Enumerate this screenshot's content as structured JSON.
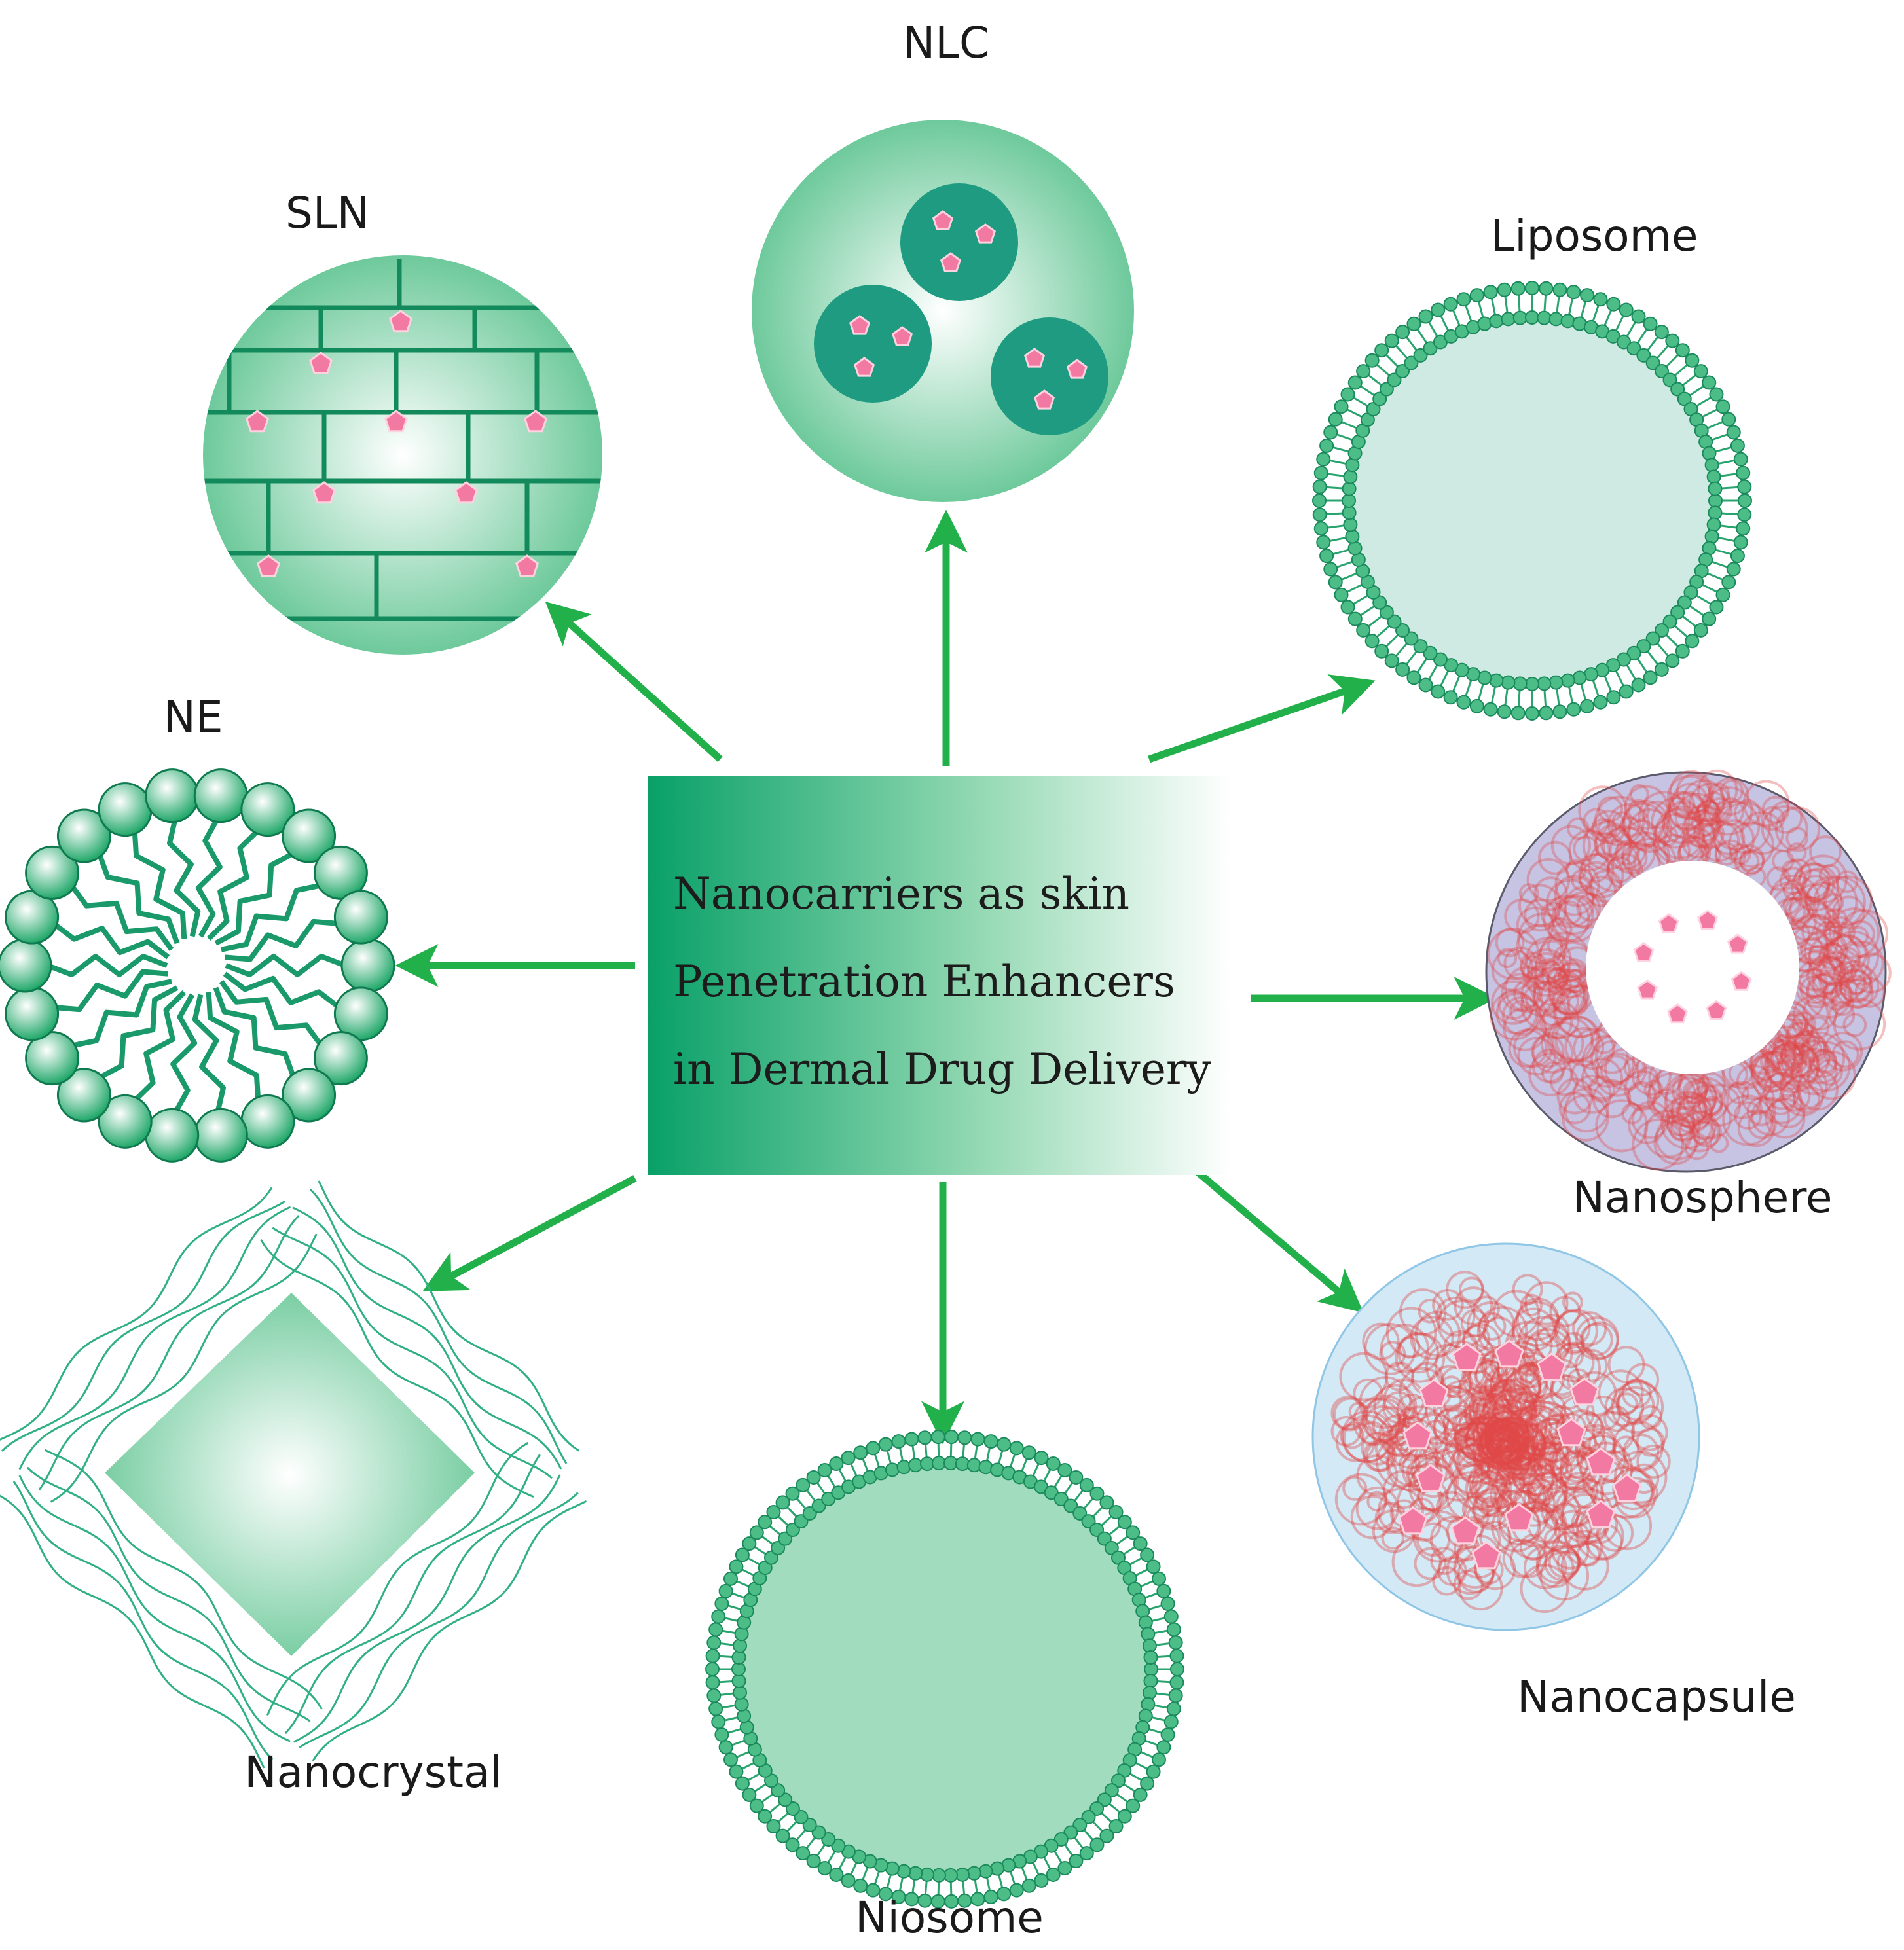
{
  "center": {
    "lines": [
      "Nanocarriers as skin",
      "Penetration Enhancers",
      "in Dermal Drug Delivery"
    ]
  },
  "labels": {
    "nlc": "NLC",
    "sln": "SLN",
    "liposome": "Liposome",
    "ne": "NE",
    "nanosphere": "Nanosphere",
    "nanocrystal": "Nanocrystal",
    "nanocapsule": "Nanocapsule",
    "niosome": "Niosome"
  },
  "colors": {
    "arrow": "#22b04a",
    "teal": "#1e9b80",
    "lightGreen": "#e8f7ee",
    "midGreen": "#6fcf9d",
    "drug": "#f07aa0",
    "nanosphereOuter": "#c6c3e3",
    "nanocapsuleOuter": "#d3e9f5"
  }
}
